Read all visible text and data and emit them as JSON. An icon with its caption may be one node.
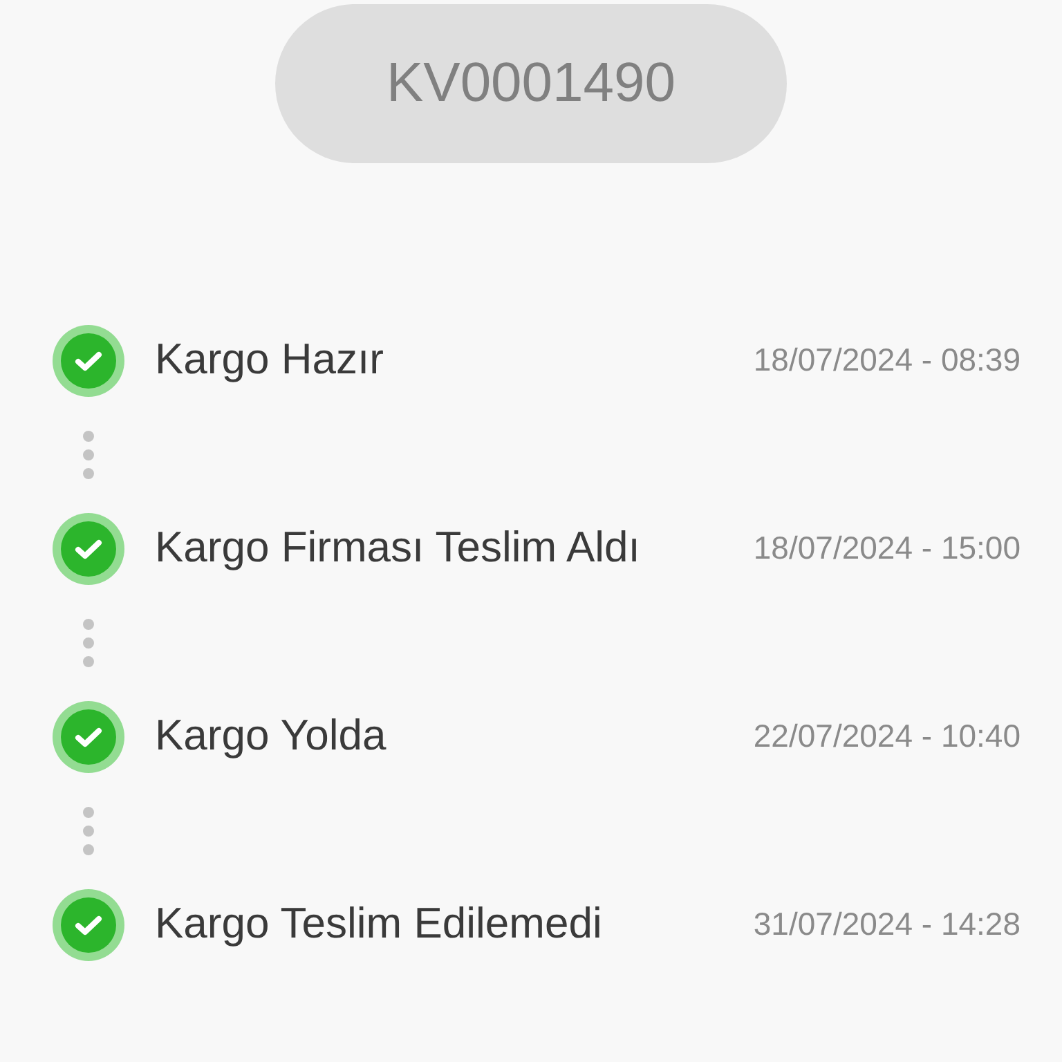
{
  "diagram": {
    "nodes": [
      {
        "text": [
          "KV0001490"
        ]
      },
      {
        "text": [],
        "shape": "circle",
        "beside": [
          "Kargo Hazır"
        ]
      },
      {
        "text": [],
        "shape": "circle",
        "beside": [
          "Kargo Firması Teslim Aldı"
        ]
      },
      {
        "text": [],
        "shape": "circle",
        "beside": [
          "Kargo Yolda"
        ]
      },
      {
        "text": [],
        "shape": "circle",
        "beside": [
          "Kargo Teslim Edilemedi"
        ]
      }
    ],
    "edges": [
      {
        "from": 1,
        "to": 2,
        "arrow": "none",
        "style": "dashed"
      },
      {
        "from": 2,
        "to": 3,
        "arrow": "none",
        "style": "dashed"
      },
      {
        "from": 3,
        "to": 4,
        "arrow": "none",
        "style": "dashed"
      }
    ],
    "labels": [
      "18/07/2024 - 08:39",
      "18/07/2024 - 15:00",
      "22/07/2024 - 10:40",
      "31/07/2024 - 14:28"
    ]
  }
}
